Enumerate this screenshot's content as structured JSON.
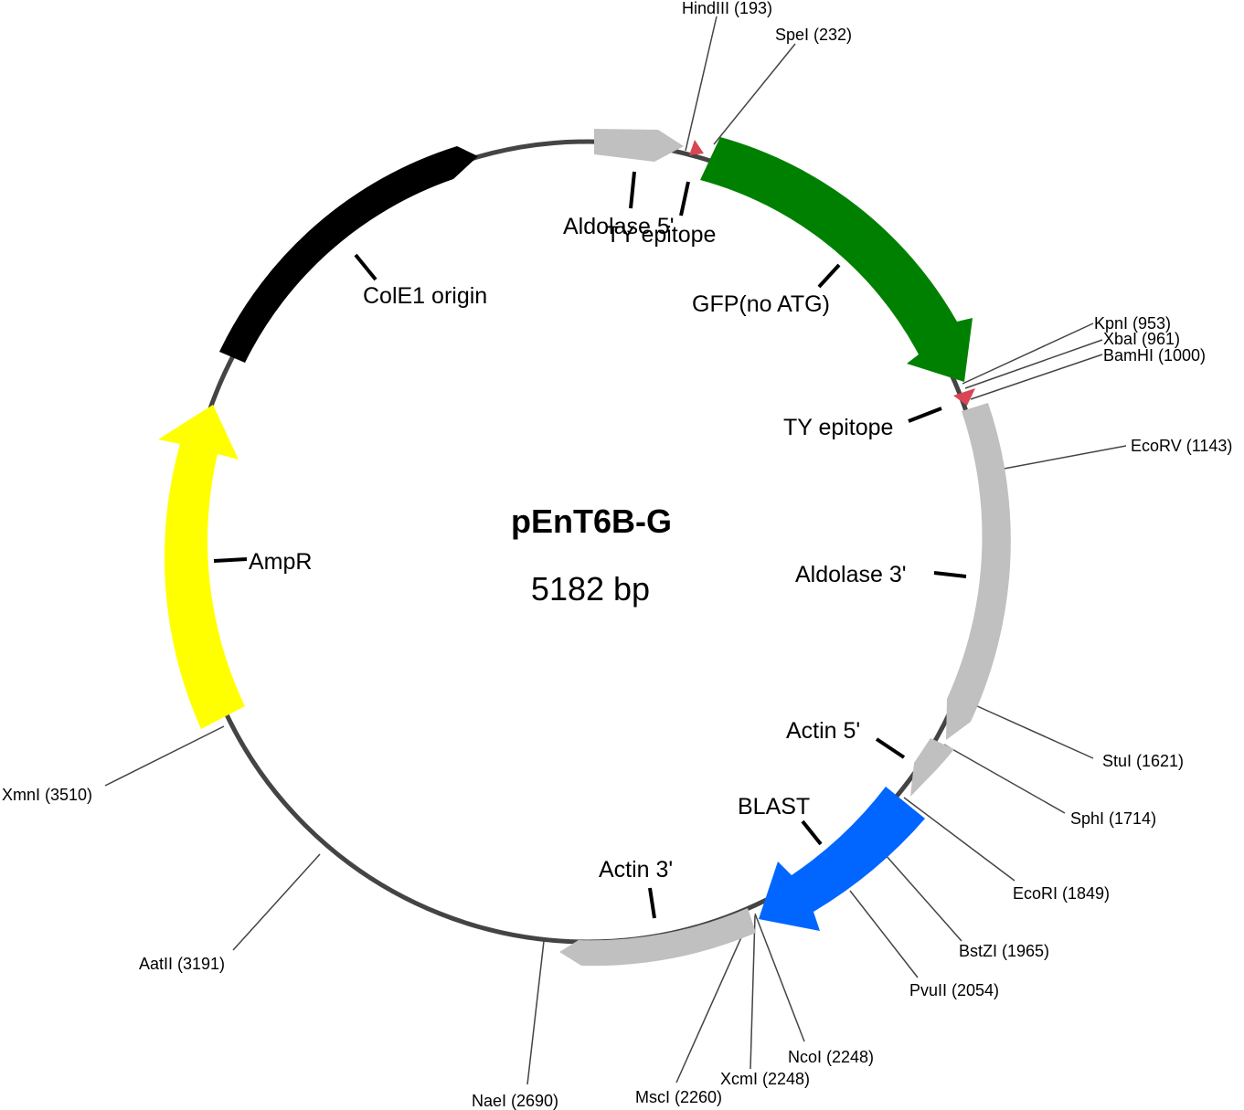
{
  "plasmid": {
    "name": "pEnT6B-G",
    "size_label": "5182 bp",
    "backbone_color": "#444444"
  },
  "features": [
    {
      "id": "aldolase-5",
      "label": "Aldolase 5'",
      "color": "#c0c0c0"
    },
    {
      "id": "ty-epitope-1",
      "label": "TY epitope",
      "color": "#d94555"
    },
    {
      "id": "gfp",
      "label": "GFP(no ATG)",
      "color": "#008000"
    },
    {
      "id": "ty-epitope-2",
      "label": "TY epitope",
      "color": "#d94555"
    },
    {
      "id": "aldolase-3",
      "label": "Aldolase 3'",
      "color": "#c0c0c0"
    },
    {
      "id": "actin-5",
      "label": "Actin 5'",
      "color": "#c0c0c0"
    },
    {
      "id": "blast",
      "label": "BLAST",
      "color": "#0066ff"
    },
    {
      "id": "actin-3",
      "label": "Actin 3'",
      "color": "#c0c0c0"
    },
    {
      "id": "ampr",
      "label": "AmpR",
      "color": "#ffff00"
    },
    {
      "id": "cole1",
      "label": "ColE1 origin",
      "color": "#000000"
    }
  ],
  "sites": [
    {
      "id": "hindiii",
      "label": "HindIII (193)"
    },
    {
      "id": "spei",
      "label": "SpeI (232)"
    },
    {
      "id": "kpni",
      "label": "KpnI (953)"
    },
    {
      "id": "xbai",
      "label": "XbaI (961)"
    },
    {
      "id": "bamhi",
      "label": "BamHI (1000)"
    },
    {
      "id": "ecorv",
      "label": "EcoRV (1143)"
    },
    {
      "id": "stui",
      "label": "StuI (1621)"
    },
    {
      "id": "sphi",
      "label": "SphI (1714)"
    },
    {
      "id": "ecori",
      "label": "EcoRI (1849)"
    },
    {
      "id": "bstzi",
      "label": "BstZI (1965)"
    },
    {
      "id": "pvuii",
      "label": "PvuII (2054)"
    },
    {
      "id": "ncoi",
      "label": "NcoI (2248)"
    },
    {
      "id": "xcmi",
      "label": "XcmI (2248)"
    },
    {
      "id": "msci",
      "label": "MscI (2260)"
    },
    {
      "id": "naei",
      "label": "NaeI (2690)"
    },
    {
      "id": "aatii",
      "label": "AatII (3191)"
    },
    {
      "id": "xmni",
      "label": "XmnI (3510)"
    }
  ]
}
